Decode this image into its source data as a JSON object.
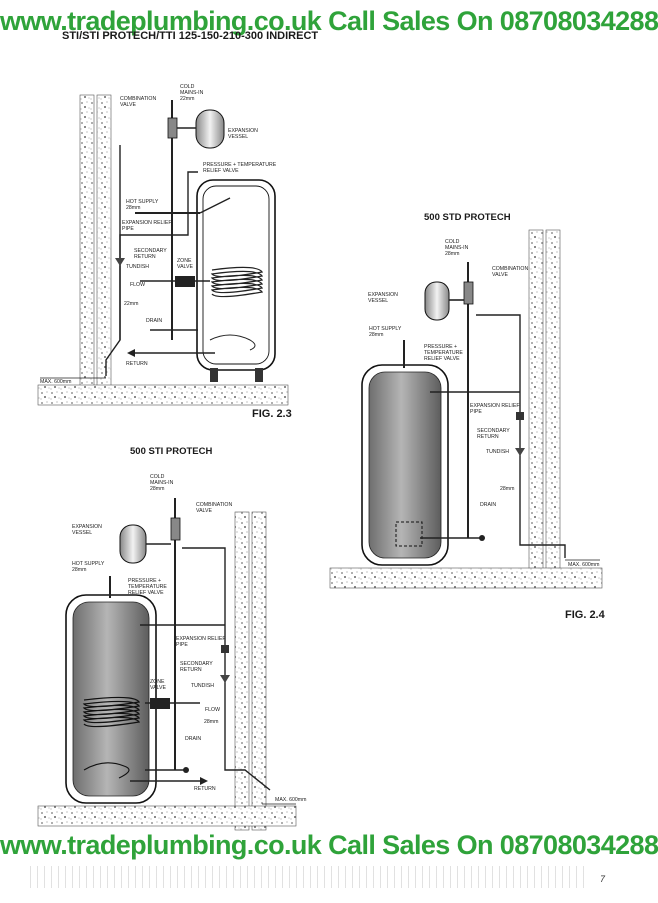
{
  "banner": {
    "text": "www.tradeplumbing.co.uk Call Sales On 08708034288",
    "color": "#2fa33a"
  },
  "page_heading": "STI/STI PROTECH/TTI 125-150-210-300 INDIRECT",
  "page_number": "7",
  "fig_2_3": {
    "caption": "FIG. 2.3",
    "labels": {
      "cold_mains": "COLD\nMAINS-IN\n22mm",
      "combination_valve": "COMBINATION\nVALVE",
      "expansion_vessel": "EXPANSION\nVESSEL",
      "ptrv": "PRESSURE + TEMPERATURE\nRELIEF VALVE",
      "hot_supply": "HOT SUPPLY\n28mm",
      "expansion_relief": "EXPANSION RELIEF\nPIPE",
      "secondary_return": "SECONDARY\nRETURN",
      "tundish": "TUNDISH",
      "zone_valve": "ZONE\nVALVE",
      "flow": "FLOW",
      "pipe_22mm": "22mm",
      "drain": "DRAIN",
      "return": "RETURN",
      "max": "MAX. 600mm"
    }
  },
  "fig_2_4": {
    "title": "500 STD PROTECH",
    "caption": "FIG. 2.4",
    "labels": {
      "cold_mains": "COLD\nMAINS-IN\n28mm",
      "combination_valve": "COMBINATION\nVALVE",
      "expansion_vessel": "EXPANSION\nVESSEL",
      "hot_supply": "HOT SUPPLY\n28mm",
      "ptrv": "PRESSURE +\nTEMPERATURE\nRELIEF VALVE",
      "expansion_relief": "EXPANSION RELIEF\nPIPE",
      "secondary_return": "SECONDARY\nRETURN",
      "tundish": "TUNDISH",
      "pipe_28mm": "28mm",
      "drain": "DRAIN",
      "max": "MAX. 600mm"
    }
  },
  "fig_2_5": {
    "title": "500 STI PROTECH",
    "labels": {
      "cold_mains": "COLD\nMAINS-IN\n28mm",
      "combination_valve": "COMBINATION\nVALVE",
      "expansion_vessel": "EXPANSION\nVESSEL",
      "hot_supply": "HOT SUPPLY\n28mm",
      "ptrv": "PRESSURE +\nTEMPERATURE\nRELIEF VALVE",
      "expansion_relief": "EXPANSION RELIEF\nPIPE",
      "secondary_return": "SECONDARY\nRETURN",
      "zone_valve": "ZONE\nVALVE",
      "tundish": "TUNDISH",
      "flow": "FLOW",
      "pipe_28mm": "28mm",
      "drain": "DRAIN",
      "return": "RETURN",
      "max": "MAX. 600mm"
    }
  }
}
